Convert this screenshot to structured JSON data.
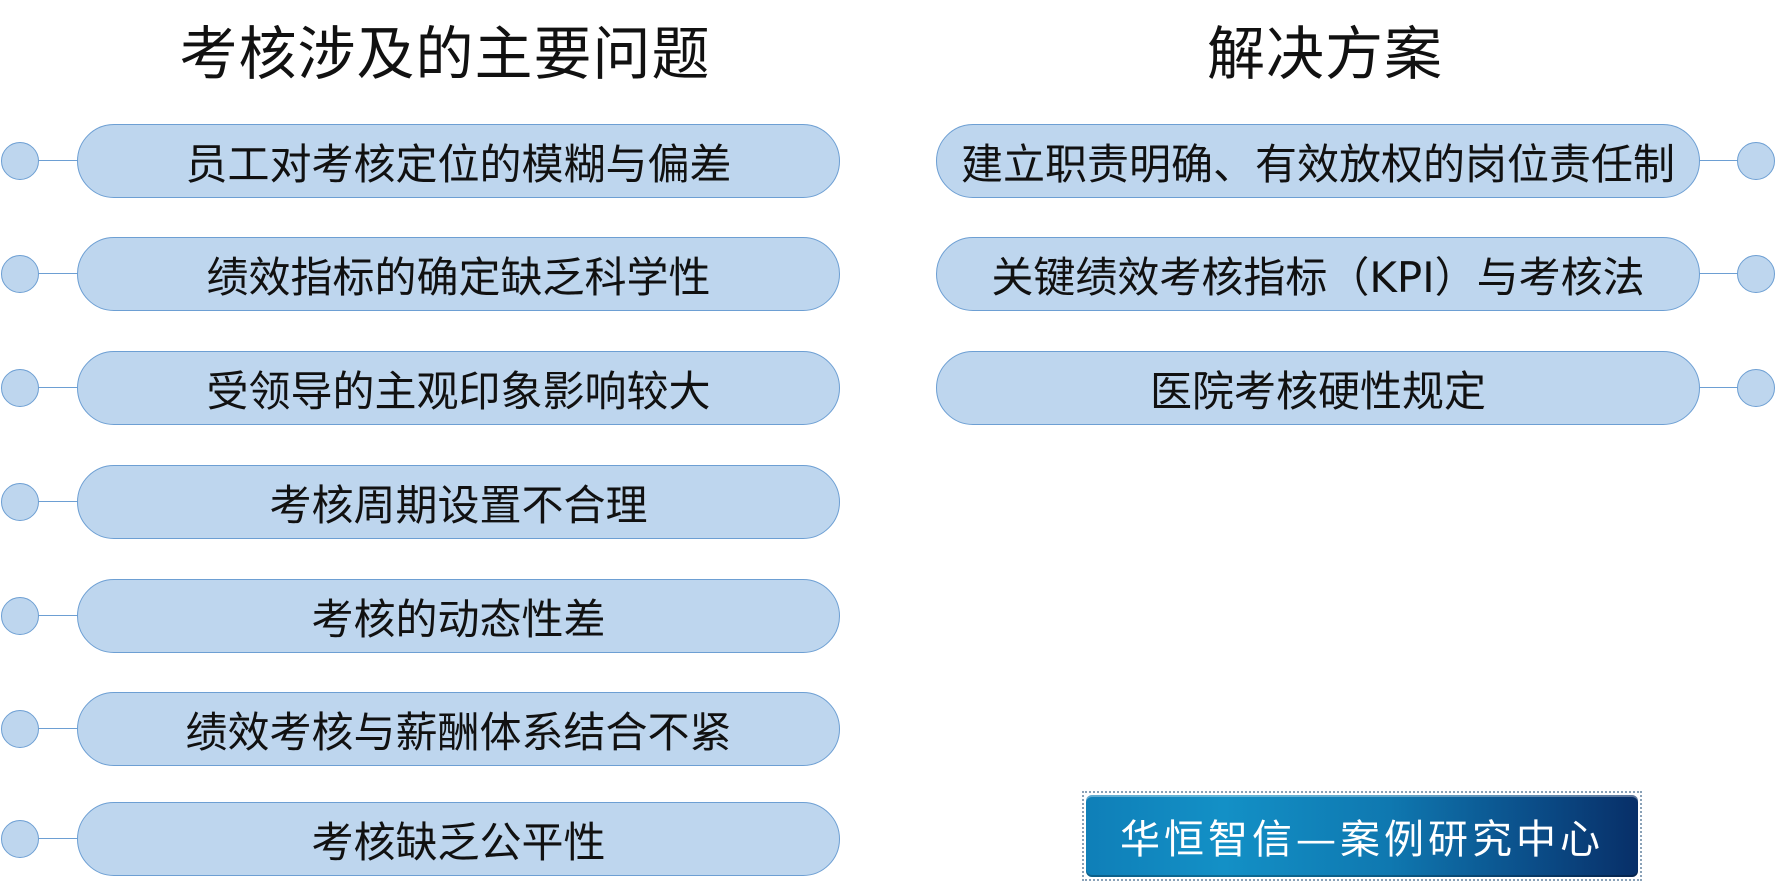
{
  "headings": {
    "problems": "考核涉及的主要问题",
    "solutions": "解决方案"
  },
  "problems": [
    "员工对考核定位的模糊与偏差",
    "绩效指标的确定缺乏科学性",
    "受领导的主观印象影响较大",
    "考核周期设置不合理",
    "考核的动态性差",
    "绩效考核与薪酬体系结合不紧",
    "考核缺乏公平性"
  ],
  "solutions": [
    "建立职责明确、有效放权的岗位责任制",
    "关键绩效考核指标（KPI）与考核法",
    "医院考核硬性规定"
  ],
  "banner": {
    "text": "华恒智信—案例研究中心"
  },
  "colors": {
    "pill_fill": "#bed6ee",
    "pill_border": "#6d9fd3",
    "banner_start": "#0f7fb8",
    "banner_end": "#082f68"
  }
}
